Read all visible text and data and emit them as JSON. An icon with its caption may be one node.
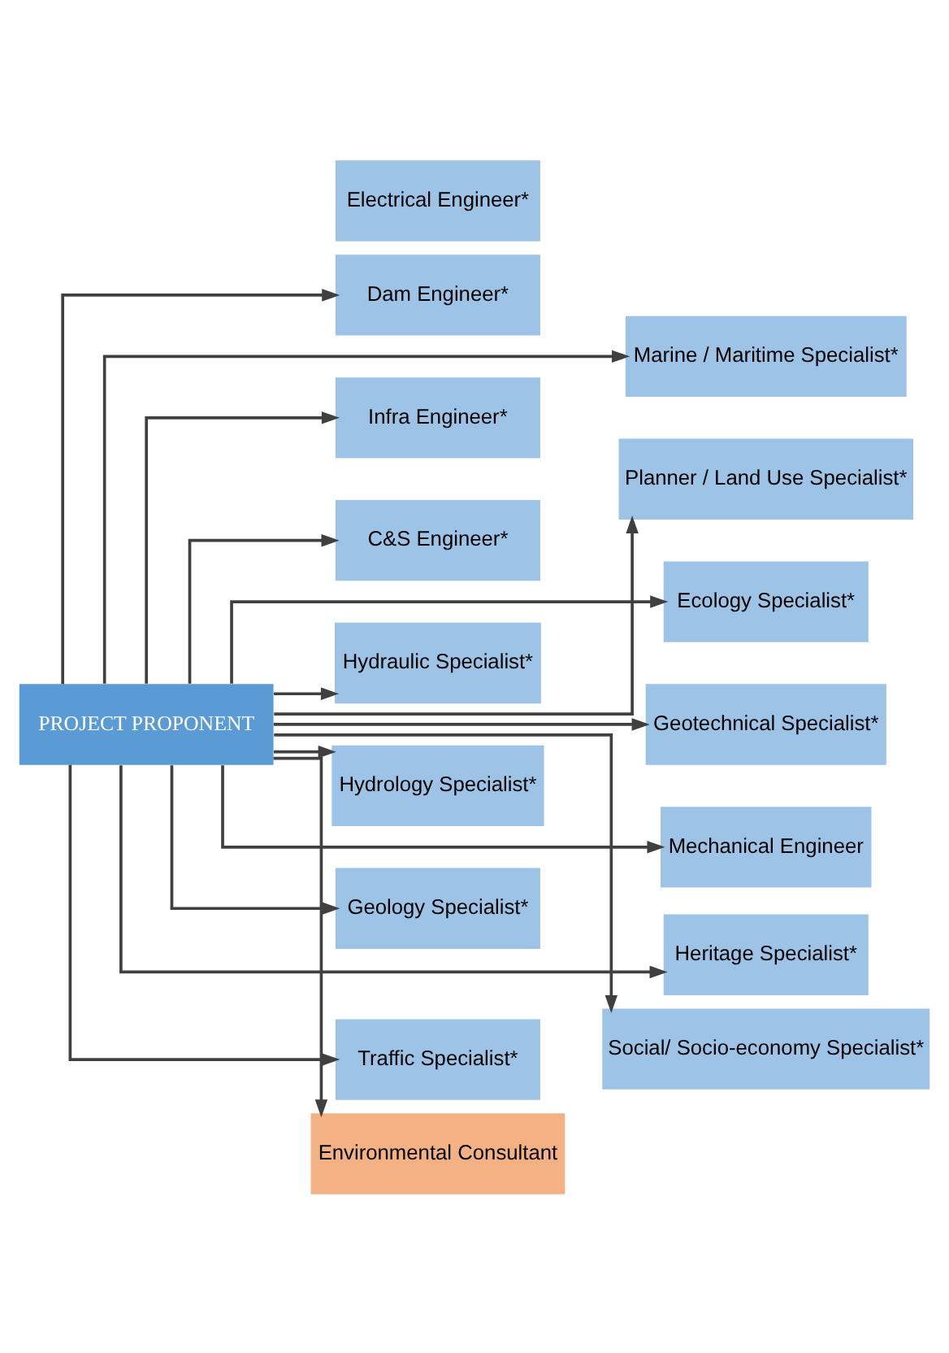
{
  "diagram": {
    "nodes": [
      {
        "text": [
          "PROJECT PROPONENT"
        ]
      },
      {
        "text": [
          "Dam Engineer*"
        ]
      },
      {
        "text": [
          "Marine / Maritime Specialist*"
        ]
      },
      {
        "text": [
          "Infra Engineer*"
        ]
      },
      {
        "text": [
          "Planner / Land Use Specialist*"
        ]
      },
      {
        "text": [
          "C&S Engineer*"
        ]
      },
      {
        "text": [
          "Ecology Specialist*"
        ]
      },
      {
        "text": [
          "Hydraulic Specialist*"
        ]
      },
      {
        "text": [
          "Geotechnical Specialist*"
        ]
      },
      {
        "text": [
          "Hydrology Specialist*"
        ]
      },
      {
        "text": [
          "Mechanical Engineer"
        ]
      },
      {
        "text": [
          "Geology Specialist*"
        ]
      },
      {
        "text": [
          "Heritage Specialist*"
        ]
      },
      {
        "text": [
          "Electrical Engineer*"
        ]
      },
      {
        "text": [
          "Social/ Socio-economy Specialist*"
        ]
      },
      {
        "text": [
          "Traffic Specialist*"
        ]
      },
      {
        "text": [
          "Environmental Consultant"
        ]
      }
    ],
    "edges": [
      {
        "from": 0,
        "to": 1,
        "arrow": "to"
      },
      {
        "from": 0,
        "to": 2,
        "arrow": "to"
      },
      {
        "from": 0,
        "to": 3,
        "arrow": "to"
      },
      {
        "from": 0,
        "to": 4,
        "arrow": "to"
      },
      {
        "from": 0,
        "to": 5,
        "arrow": "to"
      },
      {
        "from": 0,
        "to": 6,
        "arrow": "to"
      },
      {
        "from": 0,
        "to": 7,
        "arrow": "to"
      },
      {
        "from": 0,
        "to": 8,
        "arrow": "to"
      },
      {
        "from": 0,
        "to": 9,
        "arrow": "to"
      },
      {
        "from": 0,
        "to": 10,
        "arrow": "to"
      },
      {
        "from": 0,
        "to": 11,
        "arrow": "to"
      },
      {
        "from": 0,
        "to": 12,
        "arrow": "to"
      },
      {
        "from": 0,
        "to": 14,
        "arrow": "to"
      },
      {
        "from": 0,
        "to": 15,
        "arrow": "to"
      },
      {
        "from": 0,
        "to": 16,
        "arrow": "to"
      }
    ]
  }
}
